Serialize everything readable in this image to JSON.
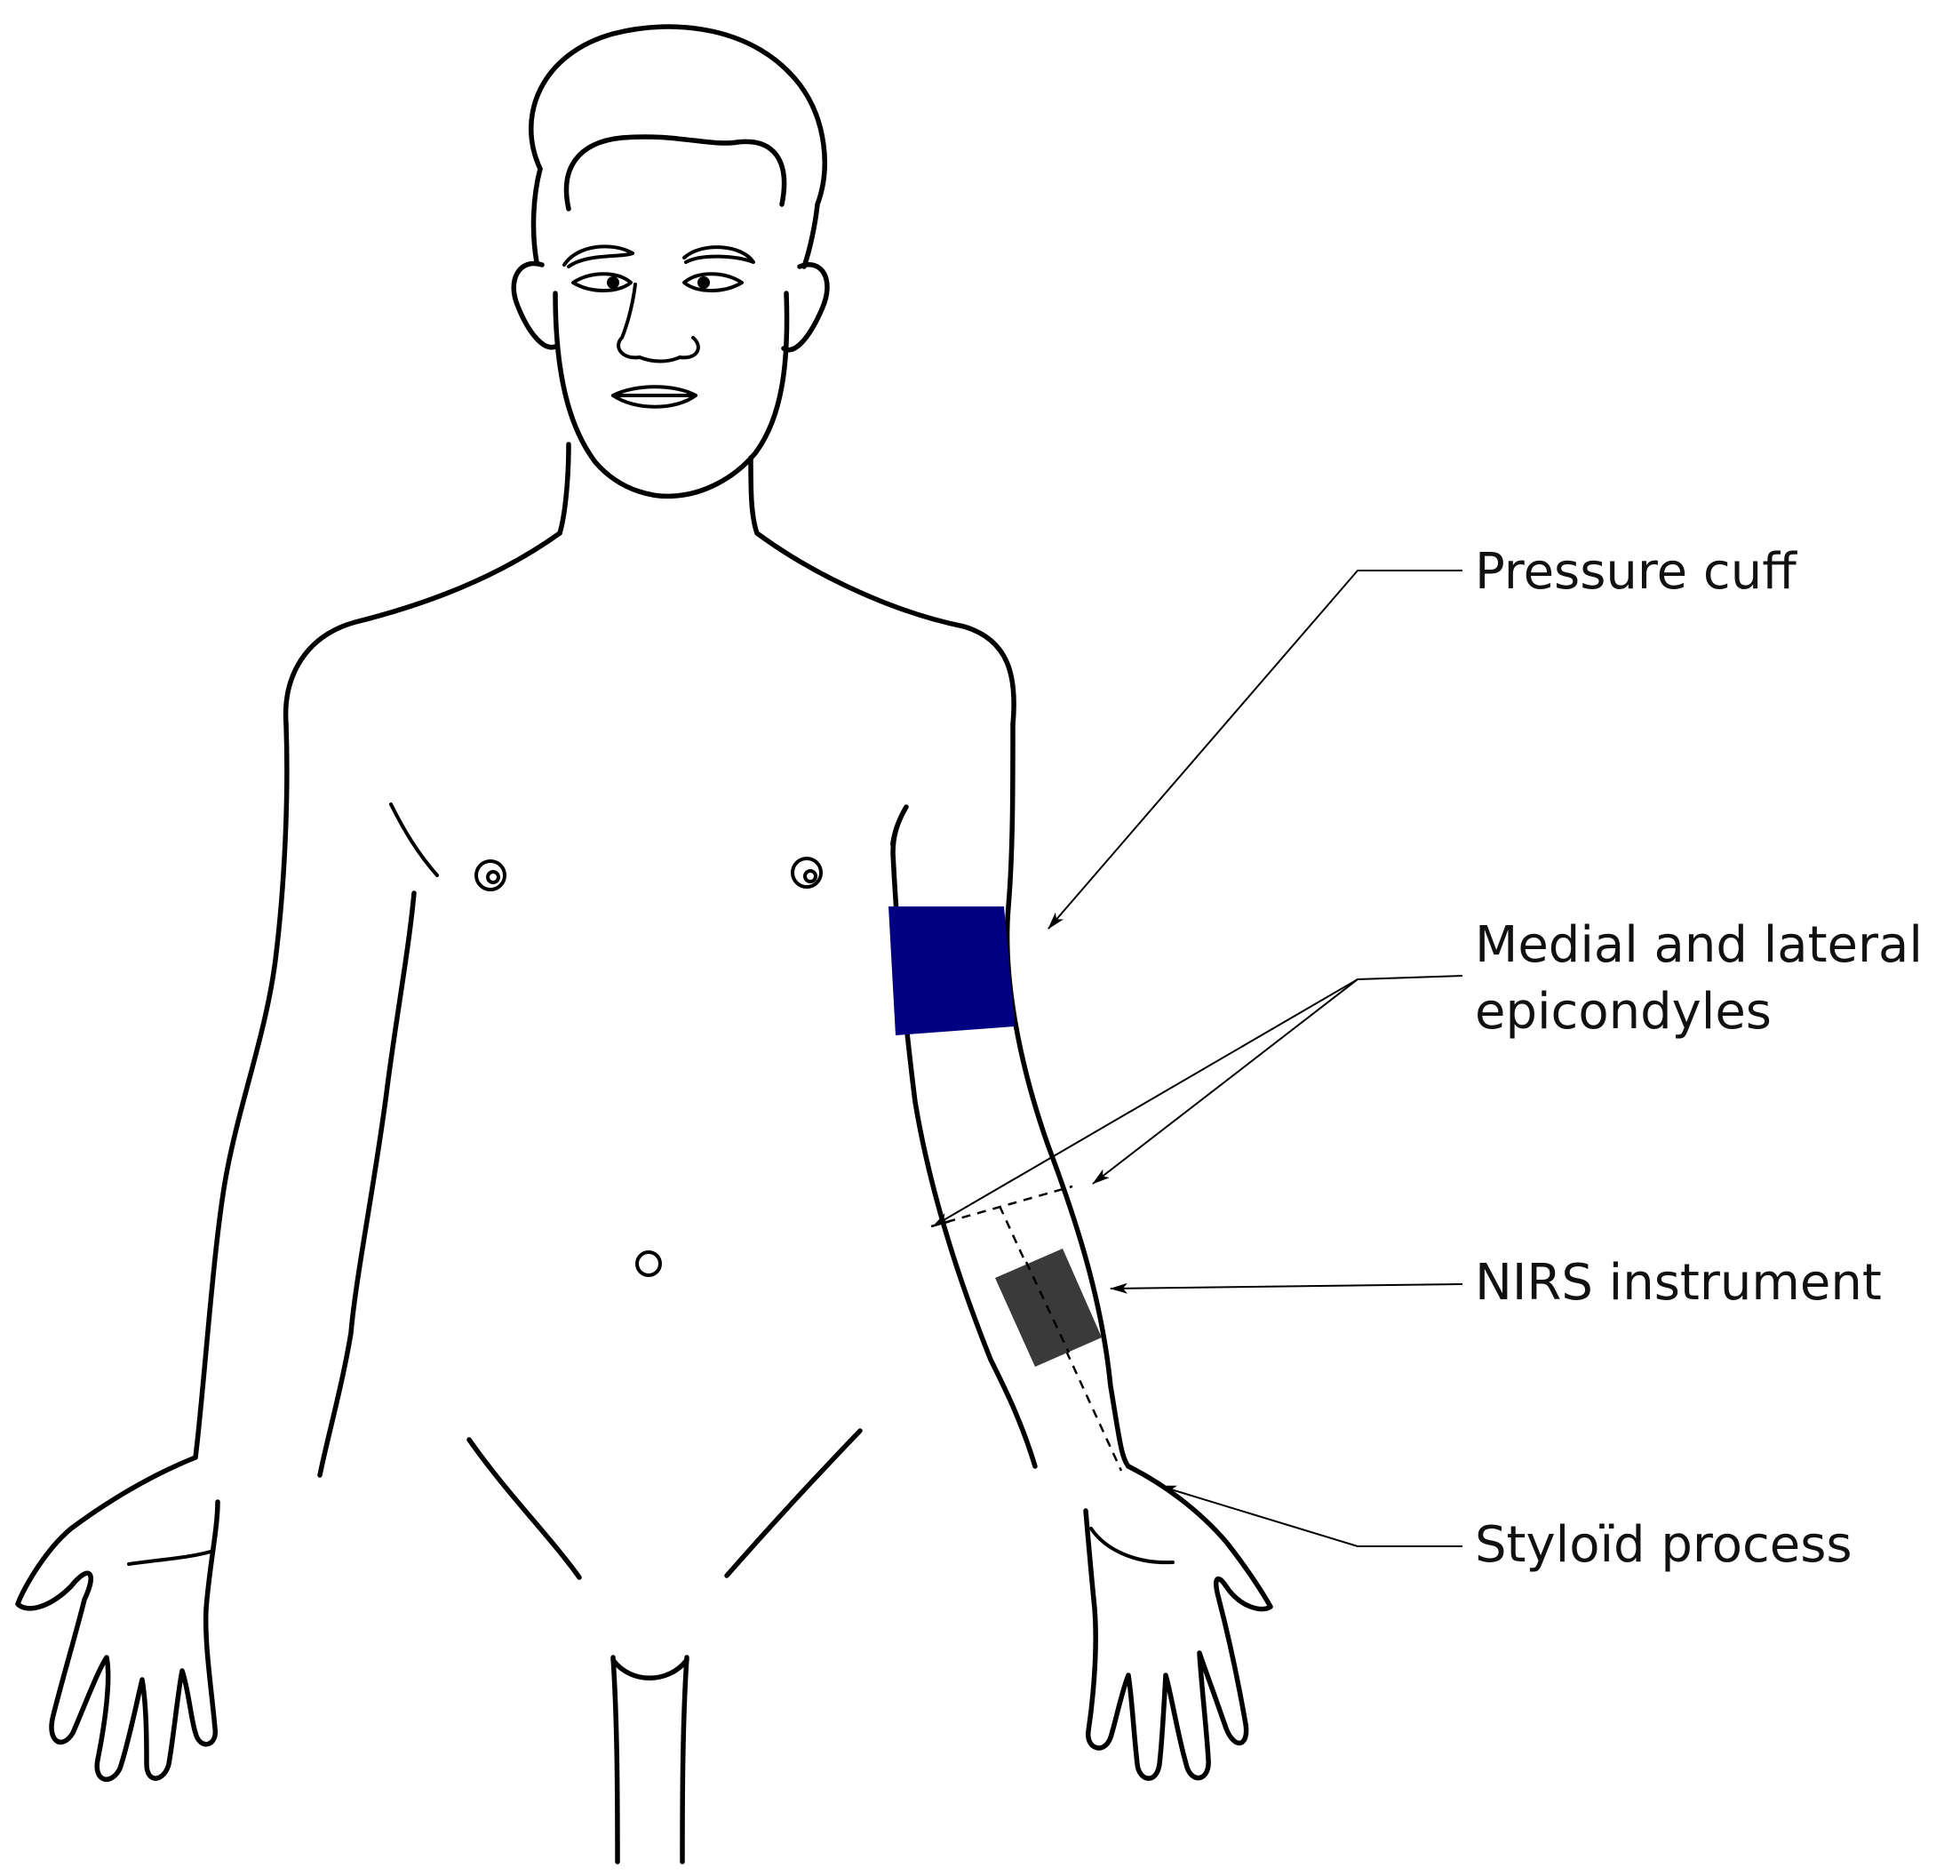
{
  "labels": {
    "pressure_cuff": "Pressure cuff",
    "epicondyles_line1": "Medial and lateral",
    "epicondyles_line2": "epicondyles",
    "nirs_instrument": "NIRS instrument",
    "styloid_process": "Styloïd process"
  },
  "colors": {
    "cuff": "#000080",
    "nirs_device": "#3a3a3a",
    "outline": "#000000",
    "background": "#ffffff"
  }
}
